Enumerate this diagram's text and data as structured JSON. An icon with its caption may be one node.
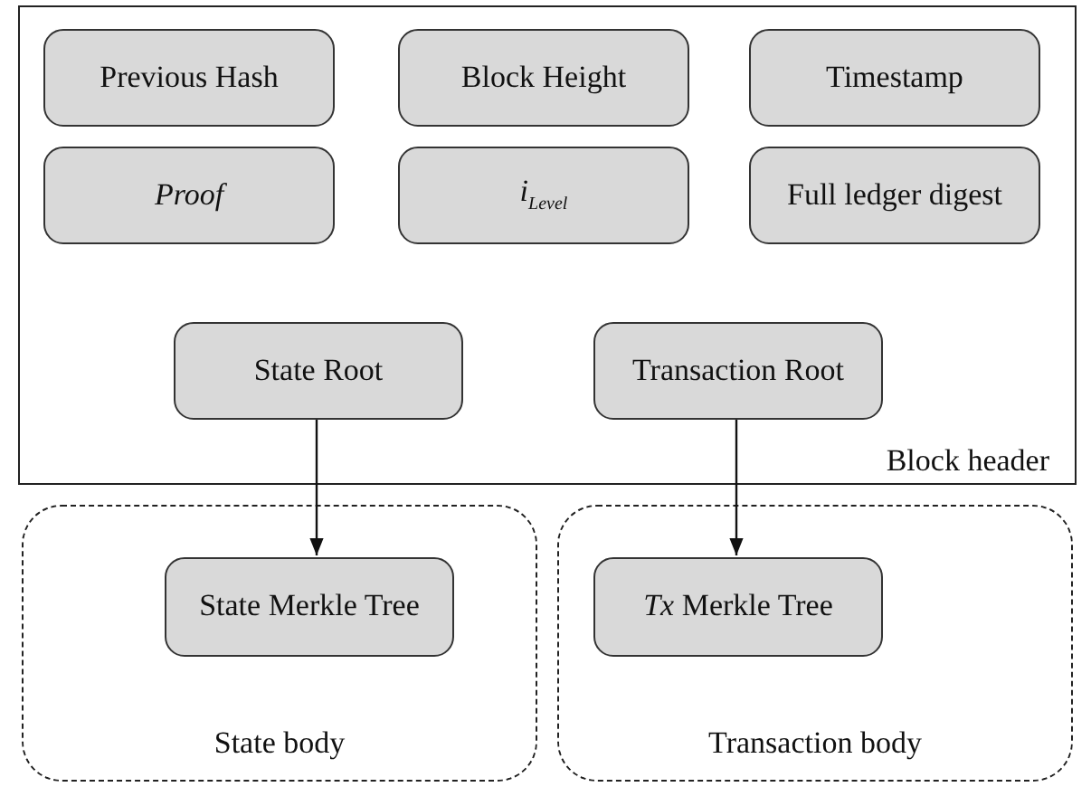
{
  "diagram": {
    "nodes": [
      {
        "text": [
          "Block header"
        ]
      },
      {
        "text": [
          "Previous Hash"
        ],
        "in": 0
      },
      {
        "text": [
          "Block Height"
        ],
        "in": 0
      },
      {
        "text": [
          "Timestamp"
        ],
        "in": 0
      },
      {
        "text": [
          "Proof"
        ],
        "in": 0
      },
      {
        "text": [
          "i$_{Level}$"
        ],
        "in": 0
      },
      {
        "text": [
          "Full ledger digest"
        ],
        "in": 0
      },
      {
        "text": [
          "State Root"
        ],
        "in": 0
      },
      {
        "text": [
          "Transaction Root"
        ],
        "in": 0
      },
      {
        "text": [
          "State body"
        ]
      },
      {
        "text": [
          "State Merkle Tree"
        ],
        "in": 9
      },
      {
        "text": [
          "Transaction body"
        ]
      },
      {
        "text": [
          "*Tx* Merkle Tree"
        ],
        "in": 11
      }
    ],
    "edges": [
      {
        "from": 7,
        "to": 10,
        "arrow": "to"
      },
      {
        "from": 8,
        "to": 12,
        "arrow": "to"
      }
    ]
  }
}
